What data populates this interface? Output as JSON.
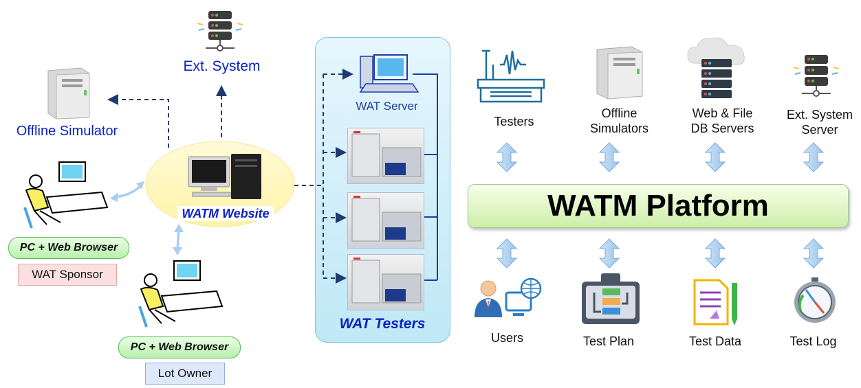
{
  "left": {
    "ext_system_label": "Ext. System",
    "offline_simulator_label": "Offline Simulator",
    "watm_website_label": "WATM Website",
    "browser_pill_1": "PC + Web Browser",
    "browser_pill_2": "PC + Web Browser",
    "wat_sponsor_label": "WAT Sponsor",
    "lot_owner_label": "Lot Owner"
  },
  "testers_panel": {
    "wat_server_label": "WAT Server",
    "wat_testers_label": "WAT Testers"
  },
  "platform": {
    "title": "WATM Platform",
    "top_items": [
      {
        "label": "Testers",
        "icon": "tester-icon"
      },
      {
        "label": "Offline\nSimulators",
        "icon": "tower-server-icon"
      },
      {
        "label": "Web & File\nDB Servers",
        "icon": "cloud-server-icon"
      },
      {
        "label": "Ext. System\nServer",
        "icon": "server-icon"
      }
    ],
    "bottom_items": [
      {
        "label": "Users",
        "icon": "users-icon"
      },
      {
        "label": "Test Plan",
        "icon": "test-plan-icon"
      },
      {
        "label": "Test Data",
        "icon": "test-data-icon"
      },
      {
        "label": "Test Log",
        "icon": "test-log-icon"
      }
    ]
  },
  "colors": {
    "dashed_arrow": "#1f3a6e",
    "double_arrow": "#a9cfee",
    "blue_text": "#0a22c8",
    "platform_green": "#cdeea9",
    "panel_blue": "#bfe8f6"
  }
}
